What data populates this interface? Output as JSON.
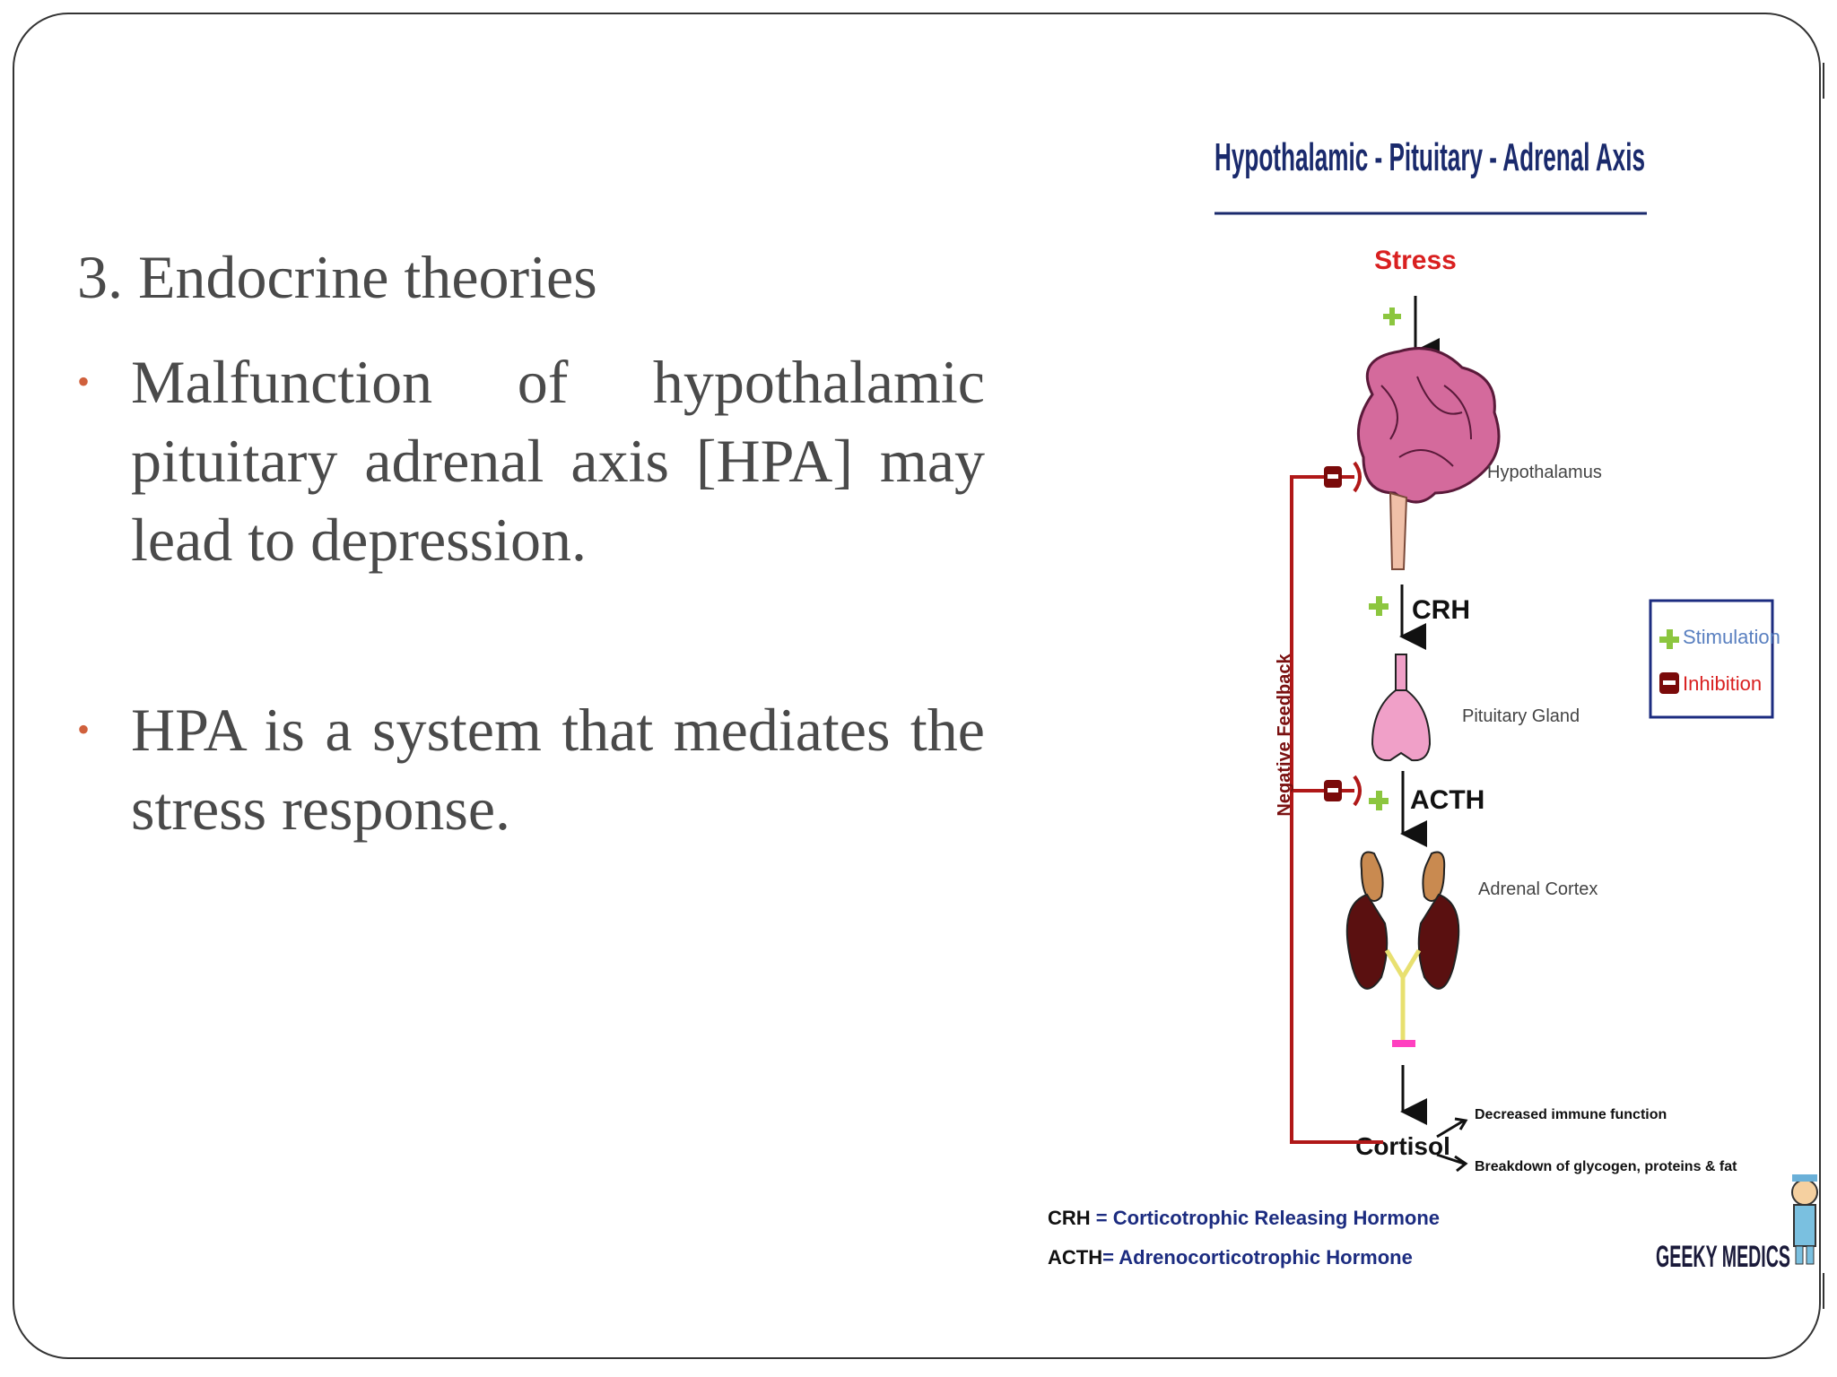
{
  "slide": {
    "heading": "3. Endocrine theories",
    "bullets": [
      "Malfunction of hypothalamic pituitary adrenal axis [HPA] may lead to depression.",
      "HPA is a system that mediates the stress response."
    ],
    "bullet_symbol": "•",
    "colors": {
      "text": "#4a4a4a",
      "bullet": "#d0603c",
      "frame": "#333333"
    }
  },
  "figure": {
    "title": "Hypothalamic - Pituitary - Adrenal Axis",
    "stress": "Stress",
    "hypothalamus": "Hypothalamus",
    "crh": "CRH",
    "pituitary": "Pituitary Gland",
    "acth": "ACTH",
    "adrenal": "Adrenal Cortex",
    "cortisol": "Cortisol",
    "effect1": "Decreased immune function",
    "effect2": "Breakdown of glycogen, proteins & fat",
    "feedback": "Negative Feedback",
    "legend": {
      "stimulation": "Stimulation",
      "inhibition": "Inhibition"
    },
    "abbrev": {
      "crh_key": "CRH",
      "crh_def": " = Corticotrophic Releasing Hormone",
      "acth_key": "ACTH",
      "acth_def": "= Adrenocorticotrophic Hormone"
    },
    "brand": "GEEKY MEDICS",
    "colors": {
      "title": "#1a2a6c",
      "red": "#b01818",
      "stress": "#d92020",
      "green": "#8cc63f",
      "brain": "#d46a9c",
      "pituitary": "#f0a0c8",
      "adrenal": "#5a1010",
      "navy": "#1c2c80"
    }
  }
}
